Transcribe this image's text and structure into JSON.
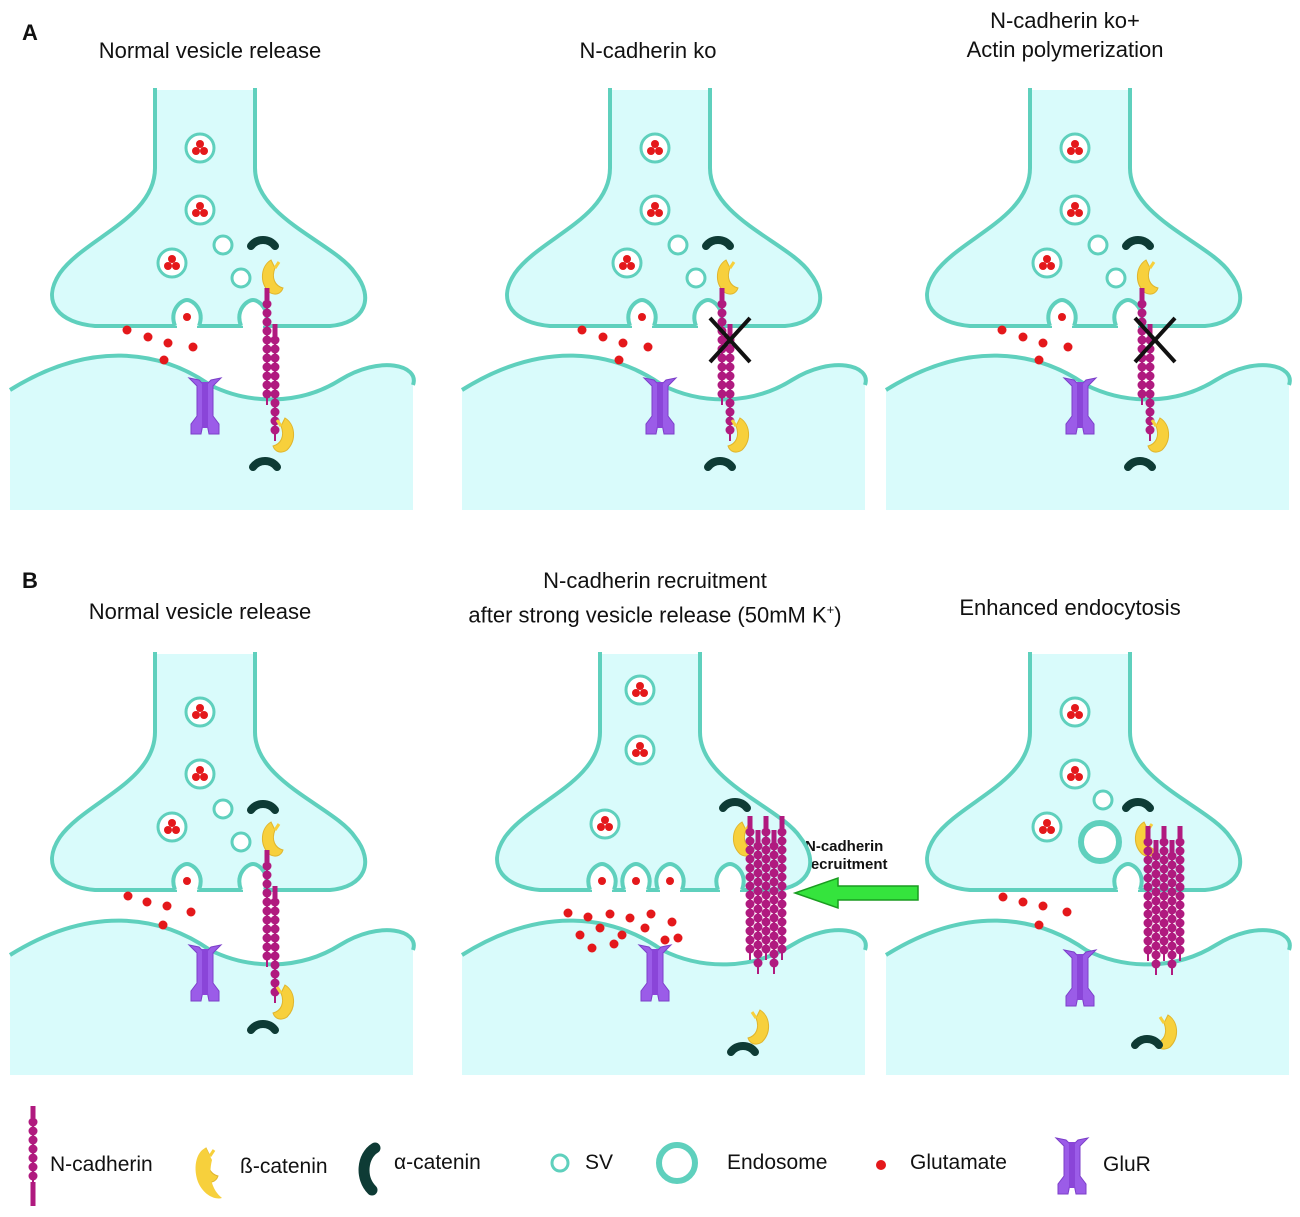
{
  "panels": {
    "A": {
      "letter": "A",
      "titles": [
        "Normal vesicle release",
        "N-cadherin ko",
        "N-cadherin ko+\nActin polymerization"
      ]
    },
    "B": {
      "letter": "B",
      "titles": [
        "Normal vesicle release",
        "N-cadherin recruitment\nafter strong vesicle release (50mM K",
        "Enhanced endocytosis"
      ],
      "superscript": "+",
      "title_close": ")",
      "arrow_label": "N-cadherin\nrecruitment"
    }
  },
  "legend": {
    "ncadherin": "N-cadherin",
    "bcatenin": "ß-catenin",
    "acatenin": "α-catenin",
    "sv": "SV",
    "endosome": "Endosome",
    "glutamate": "Glutamate",
    "glur": "GluR"
  },
  "colors": {
    "membrane": "#5fd0bd",
    "fill": "#d9fbfb",
    "glutamate": "#e4181b",
    "ncadherin": "#b01a7f",
    "bcatenin": "#f7d03c",
    "acatenin": "#0e3b35",
    "glur": "#9b5ce8",
    "arrow": "#35e43d"
  }
}
